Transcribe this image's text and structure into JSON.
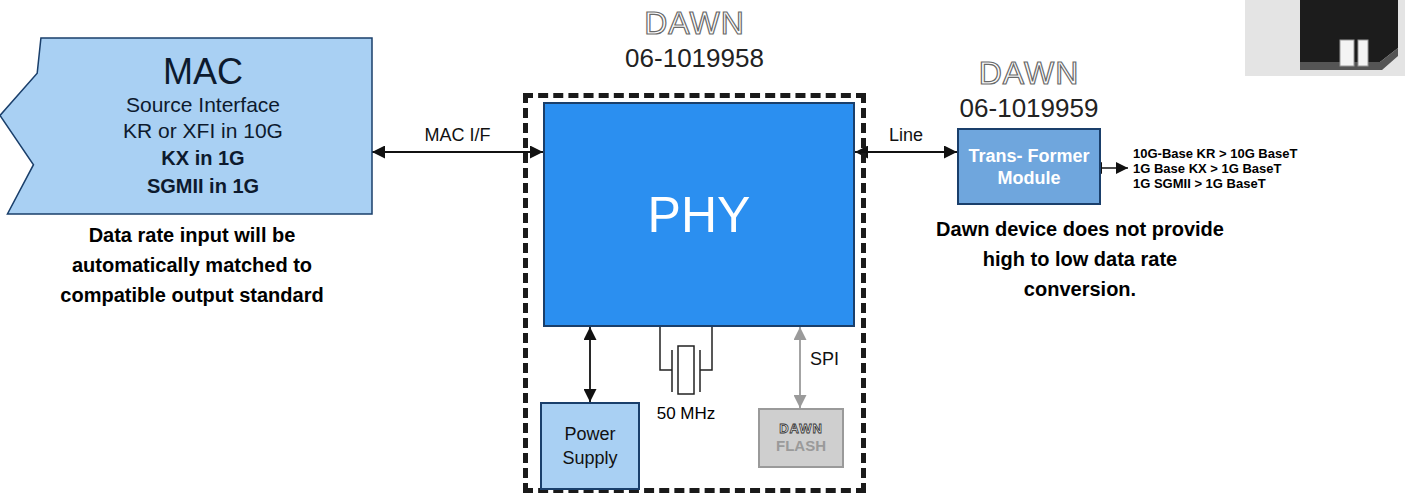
{
  "diagram": {
    "nodes": [
      {
        "text": [
          "MAC",
          "Source Interface",
          "KR or XFI in 10G",
          "KX in 1G",
          "SGMII in 1G"
        ]
      },
      {
        "text": [
          "DAWN",
          "06-1019958"
        ]
      },
      {
        "text": [
          "PHY"
        ],
        "in": 1
      },
      {
        "text": [
          "Power Supply"
        ],
        "in": 1
      },
      {
        "text": [
          "DAWN",
          "FLASH"
        ],
        "in": 1
      },
      {
        "text": [
          "DAWN",
          "06-1019959",
          "Trans- Former Module"
        ]
      }
    ],
    "edges": [
      {
        "from": 0,
        "to": 2,
        "label": "MAC I/F",
        "arrow": "both"
      },
      {
        "from": 2,
        "to": 5,
        "label": "Line",
        "arrow": "both"
      },
      {
        "from": 2,
        "to": 3,
        "arrow": "both"
      },
      {
        "from": 2,
        "to": 4,
        "label": "SPI",
        "arrow": "both"
      }
    ],
    "labels": [
      "Data rate input will be automatically matched to compatible output standard",
      "50 MHz",
      "Dawn device does not provide high to low data rate conversion.",
      "10G-Base KR > 10G BaseT",
      "1G Base KX > 1G BaseT",
      "1G SGMII > 1G BaseT"
    ]
  }
}
